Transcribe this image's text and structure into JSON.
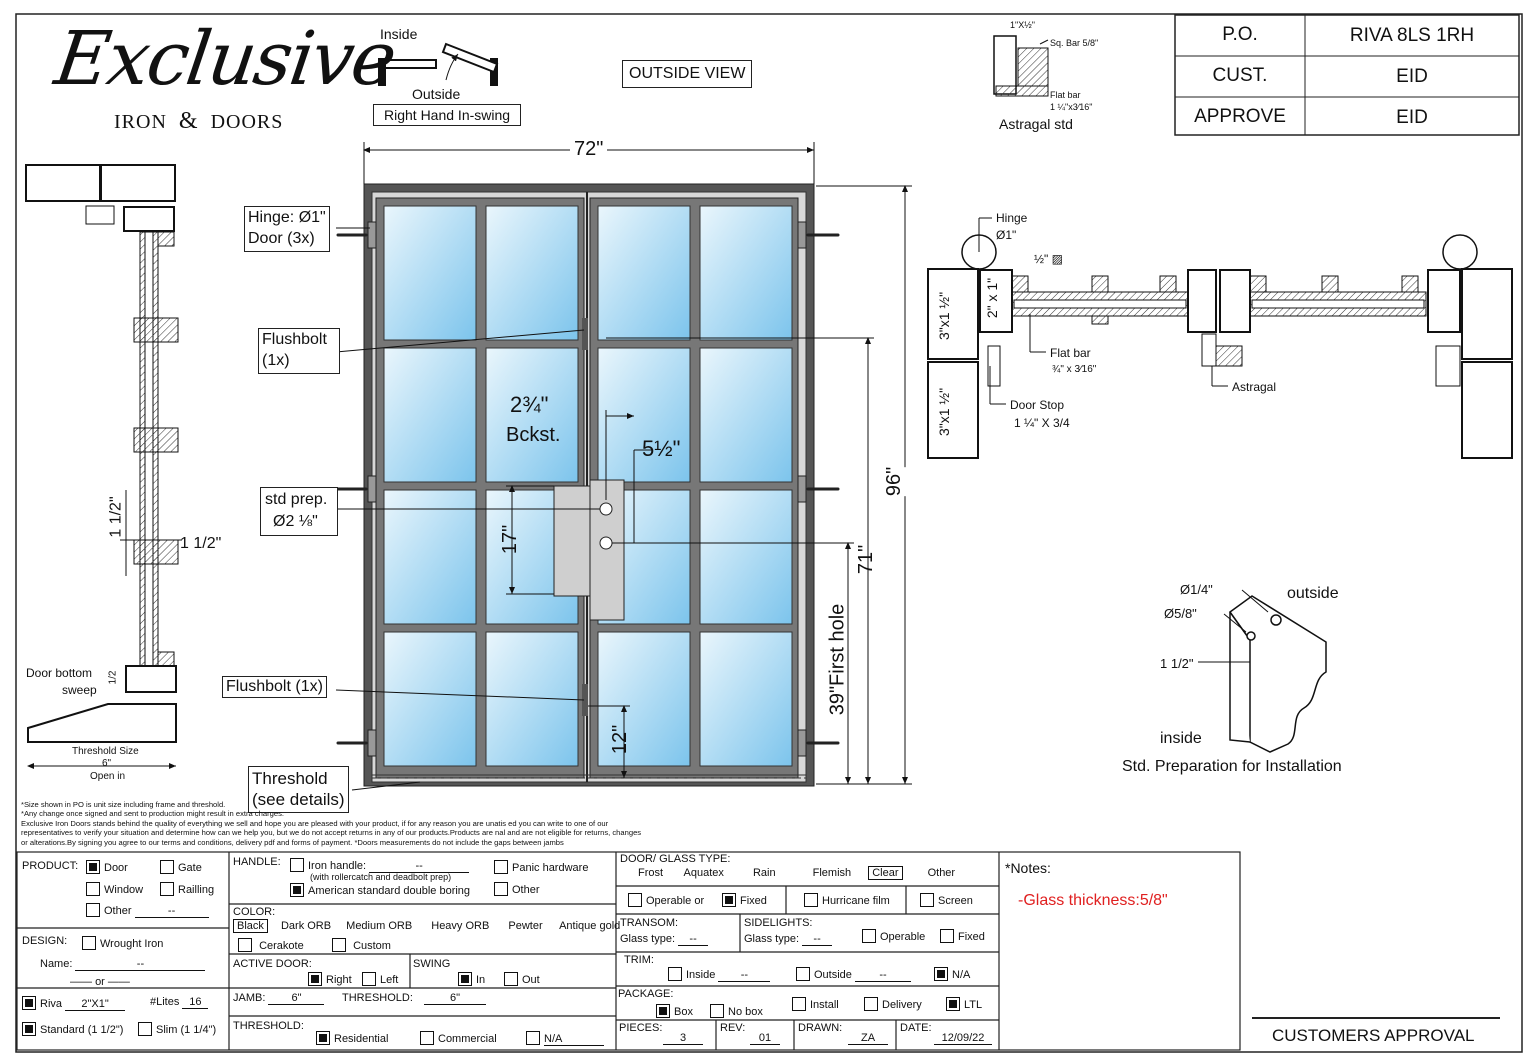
{
  "logo": {
    "script": "Exclusive",
    "sub": "IRON",
    "sub2": "DOORS"
  },
  "swing_diagram": {
    "inside": "Inside",
    "outside": "Outside",
    "label": "Right Hand In-swing"
  },
  "view_label": "OUTSIDE VIEW",
  "astragal": {
    "title": "Astragal std",
    "sq_bar": "Sq. Bar 5/8\"",
    "top_dim": "1\"X½\"",
    "flat_bar": "Flat bar",
    "flat_dim": "1 ¼\"x3⁄16\""
  },
  "header_table": [
    {
      "label": "P.O.",
      "value": "RIVA 8LS 1RH"
    },
    {
      "label": "CUST.",
      "value": "EID"
    },
    {
      "label": "APPROVE",
      "value": "EID"
    }
  ],
  "door": {
    "width": "72\"",
    "height": "96\"",
    "first_hole": "39\"First hole",
    "first_hole_dim": "71\"",
    "backset": "2¾\"",
    "backset_label": "Bckst.",
    "hole_spacing": "5½\"",
    "plate_dim": "17\"",
    "flush_dim": "12\""
  },
  "callouts": {
    "hinge": [
      "Hinge: Ø1\"",
      "Door (3x)"
    ],
    "flushbolt_top": [
      "Flushbolt",
      "(1x)"
    ],
    "std_prep": [
      "std prep.",
      "Ø2 ⅛\""
    ],
    "flushbolt_bottom": "Flushbolt (1x)",
    "threshold": [
      "Threshold",
      "(see details)"
    ]
  },
  "side_section": {
    "dim_v": "1 1/2\"",
    "dim_h": "1 1/2\"",
    "bottom_label": "Door bottom",
    "bottom_label2": "sweep",
    "sweep_dim": "1/2",
    "threshold_size": "Threshold Size",
    "threshold_val": "6\"",
    "open_in": "Open in"
  },
  "plan_section": {
    "hinge": "Hinge",
    "hinge_dim": "Ø1\"",
    "sq": "½\" ▨",
    "left_top": "2\" x 1\"",
    "left_side1": "3\"x1 ½\"",
    "left_side2": "3\"x1 ½\"",
    "flat_bar": "Flat bar",
    "flat_dim": "¾\" x 3⁄16\"",
    "door_stop": "Door Stop",
    "door_stop_dim": "1 ¼\" X 3/4",
    "astragal": "Astragal"
  },
  "install_prep": {
    "hole_small": "Ø1/4\"",
    "hole_big": "Ø5/8\"",
    "dim": "1 1/2\"",
    "outside": "outside",
    "inside": "inside",
    "title": "Std. Preparation for Installation"
  },
  "disclaimer": [
    "*Size shown in PO is unit size including frame and threshold.",
    "*Any change once signed and sent to production might result in extra charges.",
    "Exclusive Iron Doors stands behind the quality of everything we sell and hope you are pleased with your product, if for any reason you are unatis    ed you can write to one of our",
    "representatives to verify your situation and determine how can we help you, but we do not accept returns in any of our products.Products are     nal and are not eligible for returns, changes",
    "or alterations.By signing you agree to our terms and conditions, delivery pdf and forms of payment. *Doors measurements do not include the gaps between jambs"
  ],
  "form": {
    "product_label": "PRODUCT:",
    "product_options": [
      {
        "label": "Door",
        "on": true
      },
      {
        "label": "Gate",
        "on": false
      },
      {
        "label": "Window",
        "on": false
      },
      {
        "label": "Railling",
        "on": false
      },
      {
        "label": "Other",
        "on": false
      }
    ],
    "product_other_value": "--",
    "design_label": "DESIGN:",
    "design_option": "Wrought Iron",
    "name_label": "Name:",
    "name_value": "--",
    "or": "or",
    "riva_label": "Riva",
    "riva_size": "2\"X1\"",
    "lites_label": "#Lites",
    "lites_value": "16",
    "standard_label": "Standard (1 1/2\")",
    "slim_label": "Slim (1 1/4\")",
    "handle_label": "HANDLE:",
    "iron_handle": "Iron handle:",
    "iron_handle_value": "--",
    "iron_handle_note": "(with rollercatch and deadbolt prep)",
    "american": "American standard double boring",
    "panic": "Panic hardware",
    "handle_other": "Other",
    "color_label": "COLOR:",
    "colors": [
      "Black",
      "Dark ORB",
      "Medium ORB",
      "Heavy ORB",
      "Pewter",
      "Antique gold"
    ],
    "cerakote": "Cerakote",
    "custom": "Custom",
    "active_label": "ACTIVE DOOR:",
    "right": "Right",
    "left": "Left",
    "swing_label": "SWING",
    "in": "In",
    "out": "Out",
    "jamb_label": "JAMB:",
    "jamb_value": "6\"",
    "threshold_label": "THRESHOLD:",
    "threshold_value": "6\"",
    "threshold_type_label": "THRESHOLD:",
    "residential": "Residential",
    "commercial": "Commercial",
    "na": "N/A",
    "glass_label": "DOOR/ GLASS TYPE:",
    "glass_types": [
      "Frost",
      "Aquatex",
      "Rain",
      "Flemish",
      "Clear",
      "Other"
    ],
    "operable": "Operable",
    "or2": "or",
    "fixed": "Fixed",
    "hurricane": "Hurricane film",
    "screen": "Screen",
    "transom_label": "TRANSOM:",
    "transom_glass": "Glass type:",
    "transom_value": "--",
    "sidelights_label": "SIDELIGHTS:",
    "sidelights_glass": "Glass type:",
    "sidelights_value": "--",
    "sl_operable": "Operable",
    "sl_fixed": "Fixed",
    "trim_label": "TRIM:",
    "trim_inside": "Inside",
    "trim_inside_value": "--",
    "trim_outside": "Outside",
    "trim_outside_value": "--",
    "trim_na": "N/A",
    "package_label": "PACKAGE:",
    "box": "Box",
    "nobox": "No box",
    "install": "Install",
    "delivery": "Delivery",
    "ltl": "LTL",
    "pieces_label": "PIECES:",
    "pieces_value": "3",
    "rev_label": "REV:",
    "rev_value": "01",
    "drawn_label": "DRAWN:",
    "drawn_value": "ZA",
    "date_label": "DATE:",
    "date_value": "12/09/22",
    "notes_label": "*Notes:",
    "notes_value": "-Glass thickness:5/8\"",
    "approval": "CUSTOMERS APPROVAL"
  },
  "colors": {
    "glass_top": "#eaf6fc",
    "glass_bottom": "#7cc4ec",
    "frame": "#555555",
    "accent_red": "#e02020"
  }
}
